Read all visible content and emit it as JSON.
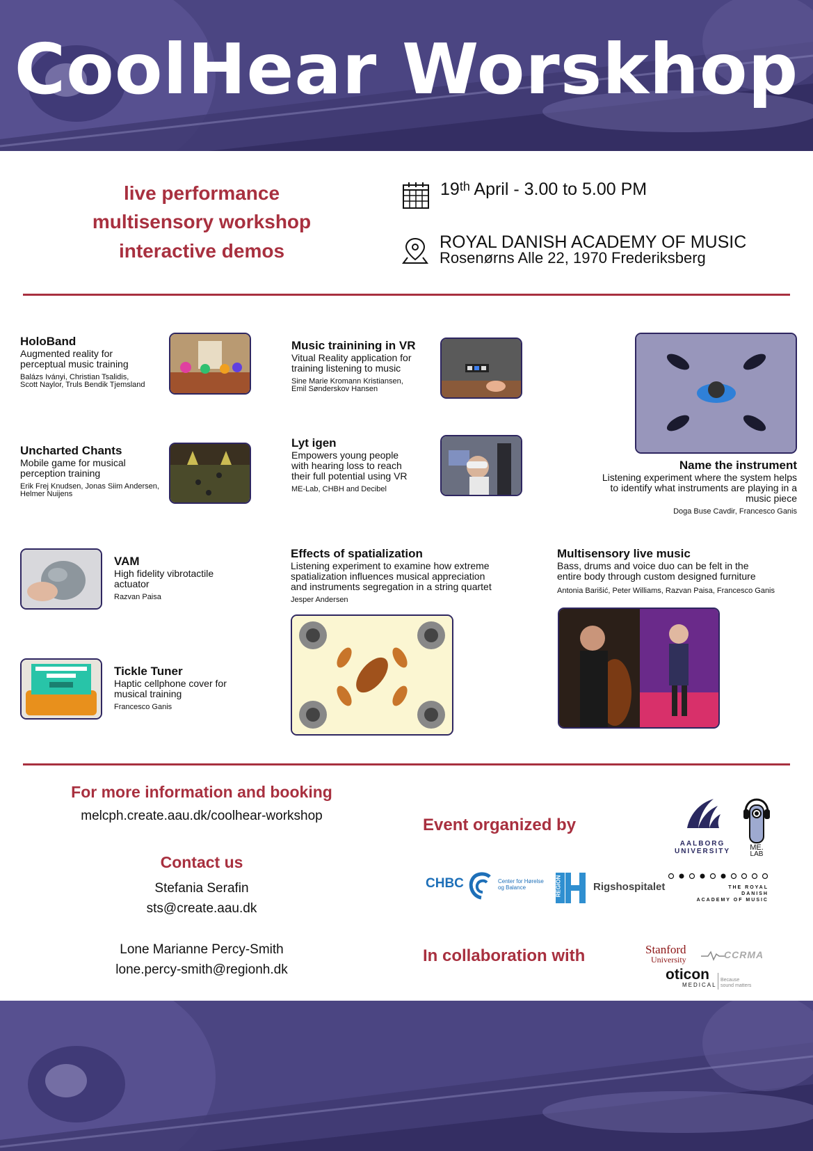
{
  "header": {
    "title": "CoolHear Worskhop"
  },
  "intro": {
    "taglines": [
      "live performance",
      "multisensory workshop",
      "interactive demos"
    ],
    "date": {
      "day": "19",
      "suffix": "th",
      "rest": " April - 3.00 to 5.00 PM"
    },
    "venue": {
      "name": "ROYAL DANISH ACADEMY OF MUSIC",
      "address": "Rosenørns Alle 22, 1970 Frederiksberg"
    }
  },
  "projects": {
    "holoband": {
      "title": "HoloBand",
      "desc": [
        "Augmented reality for",
        "perceptual music training"
      ],
      "authors": [
        "Balázs Iványi, Christian Tsalidis,",
        "Scott Naylor, Truls Bendik Tjemsland"
      ]
    },
    "vrtraining": {
      "title": "Music trainining in VR",
      "desc": [
        "Vitual Reality application for",
        "training listening to music"
      ],
      "authors": [
        "Sine Marie Kromann Kristiansen,",
        "Emil Sønderskov Hansen"
      ]
    },
    "uncharted": {
      "title": "Uncharted Chants",
      "desc": [
        "Mobile game for musical",
        "perception training"
      ],
      "authors": [
        "Erik Frej Knudsen, Jonas Siim Andersen,",
        "Helmer Nuijens"
      ]
    },
    "lytigen": {
      "title": "Lyt igen",
      "desc": [
        "Empowers  young people",
        "with hearing loss to reach",
        "their full potential using VR"
      ],
      "authors": [
        "ME-Lab, CHBH and Decibel"
      ]
    },
    "nameinstrument": {
      "title": "Name the instrument",
      "desc": [
        "Listening experiment where the system helps",
        "to identify what instruments are playing in a",
        "music piece"
      ],
      "authors": [
        "Doga Buse Cavdir, Francesco Ganis"
      ]
    },
    "vam": {
      "title": "VAM",
      "desc": [
        "High fidelity vibrotactile",
        "actuator"
      ],
      "authors": [
        "Razvan Paisa"
      ]
    },
    "spatialization": {
      "title": "Effects of spatialization",
      "desc": [
        "Listening experiment to examine how extreme",
        "spatialization influences musical appreciation",
        "and instruments segregation in a string quartet"
      ],
      "authors": [
        "Jesper Andersen"
      ]
    },
    "multisensory": {
      "title": "Multisensory live music",
      "desc": [
        "Bass, drums and voice duo can be felt in the",
        "entire body through custom designed furniture"
      ],
      "authors": [
        "Antonia Barišić, Peter Williams, Razvan Paisa, Francesco Ganis"
      ]
    },
    "tickle": {
      "title": "Tickle Tuner",
      "desc": [
        "Haptic cellphone cover for",
        "musical training"
      ],
      "authors": [
        "Francesco Ganis"
      ]
    }
  },
  "footer": {
    "booking_title": "For more information and booking",
    "booking_url": "melcph.create.aau.dk/coolhear-workshop",
    "contact_title": "Contact us",
    "contact1_name": "Stefania Serafin",
    "contact1_email": "sts@create.aau.dk",
    "contact2_name": "Lone Marianne Percy-Smith",
    "contact2_email": "lone.percy-smith@regionh.dk",
    "organized_title": "Event organized by",
    "collab_title": "In collaboration with"
  },
  "logos": {
    "aalborg": [
      "AALBORG",
      "UNIVERSITY"
    ],
    "melab": [
      "ME.",
      "LAB"
    ],
    "chbc": "CHBC",
    "chbc_sub": [
      "Center for Hørelse",
      "og Balance"
    ],
    "region": "REGION",
    "rigshospitalet": "Rigshospitalet",
    "royal_academy": [
      "THE ROYAL",
      "DANISH",
      "ACADEMY OF MUSIC"
    ],
    "stanford": [
      "Stanford",
      "University"
    ],
    "ccrma": "CCRMA",
    "oticon": [
      "oticon",
      "MEDICAL"
    ],
    "oticon_tag": [
      "Because",
      "sound matters"
    ]
  },
  "colors": {
    "accent": "#a8303f",
    "band": "#4a4480",
    "frame": "#2e2660"
  }
}
